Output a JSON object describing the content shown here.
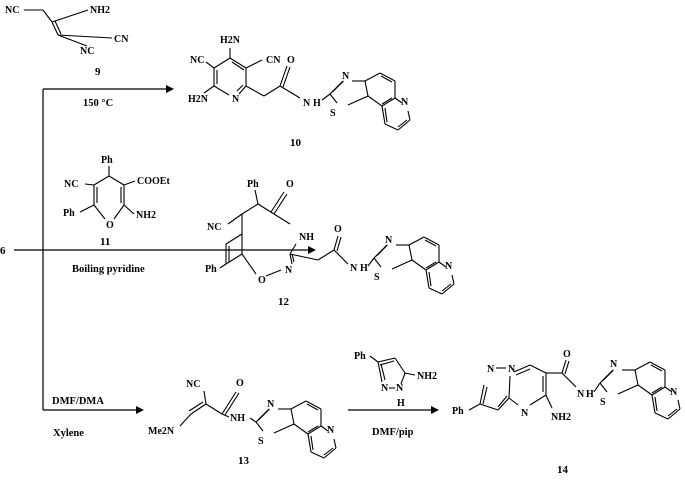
{
  "start_compound": "6",
  "reagents": {
    "r9": {
      "number": "9",
      "atoms": [
        "NC",
        "NH2",
        "NC",
        "CN"
      ]
    },
    "r11": {
      "number": "11",
      "atoms": [
        "Ph",
        "NC",
        "COOEt",
        "Ph",
        "O",
        "NH2"
      ]
    },
    "aminopyrazole": {
      "atoms": [
        "Ph",
        "NH2",
        "N",
        "N",
        "H"
      ]
    }
  },
  "conditions": {
    "route1": "150 °C",
    "route2": "Boiling pyridine",
    "route3_above": "DMF/DMA",
    "route3_below": "Xylene",
    "route4": "DMF/pip"
  },
  "products": {
    "p10": {
      "number": "10",
      "atoms": [
        "H2N",
        "NC",
        "CN",
        "H2N",
        "N",
        "O",
        "N",
        "H",
        "N",
        "S",
        "N"
      ]
    },
    "p12": {
      "number": "12",
      "atoms": [
        "Ph",
        "O",
        "NC",
        "NH",
        "Ph",
        "O",
        "N",
        "O",
        "N",
        "H",
        "N",
        "S",
        "N"
      ]
    },
    "p13": {
      "number": "13",
      "atoms": [
        "NC",
        "O",
        "Me2N",
        "NH",
        "N",
        "S",
        "N"
      ]
    },
    "p14": {
      "number": "14",
      "atoms": [
        "Ph",
        "N",
        "N",
        "N",
        "NH2",
        "O",
        "N",
        "H",
        "N",
        "S",
        "N"
      ]
    }
  }
}
